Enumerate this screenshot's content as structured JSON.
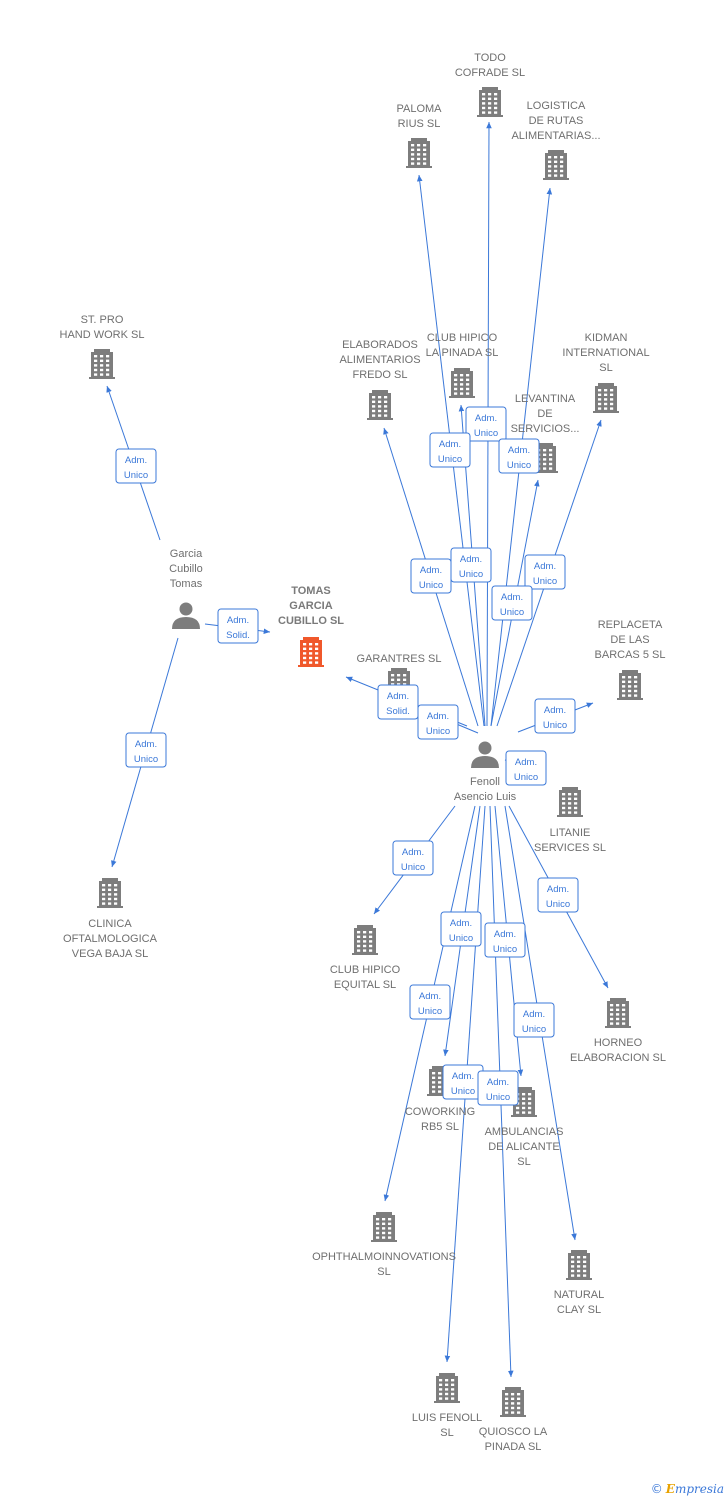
{
  "colors": {
    "edge": "#3b78d8",
    "company": "#7d7d7d",
    "focus": "#f0582b",
    "person": "#7d7d7d"
  },
  "nodes": [
    {
      "id": "todo",
      "type": "company",
      "label": [
        "TODO",
        "COFRADE  SL"
      ]
    },
    {
      "id": "paloma",
      "type": "company",
      "label": [
        "PALOMA",
        "RIUS  SL"
      ]
    },
    {
      "id": "logistica",
      "type": "company",
      "label": [
        "LOGISTICA",
        "DE RUTAS",
        "ALIMENTARIAS..."
      ]
    },
    {
      "id": "stpro",
      "type": "company",
      "label": [
        "ST.  PRO",
        "HAND WORK SL"
      ]
    },
    {
      "id": "elaborados",
      "type": "company",
      "label": [
        "ELABORADOS",
        "ALIMENTARIOS",
        "FREDO SL"
      ]
    },
    {
      "id": "clubpinada",
      "type": "company",
      "label": [
        "CLUB HIPICO",
        "LA PINADA  SL"
      ]
    },
    {
      "id": "kidman",
      "type": "company",
      "label": [
        "KIDMAN",
        "INTERNATIONAL",
        "SL"
      ]
    },
    {
      "id": "levantina",
      "type": "company",
      "label": [
        "LEVANTINA",
        "DE",
        "SERVICIOS..."
      ]
    },
    {
      "id": "garcia",
      "type": "person",
      "label": [
        "Garcia",
        "Cubillo",
        "Tomas"
      ]
    },
    {
      "id": "tomas",
      "type": "focus",
      "label": [
        "TOMAS",
        "GARCIA",
        "CUBILLO  SL"
      ]
    },
    {
      "id": "garantres",
      "type": "company",
      "label": [
        "GARANTRES  SL"
      ]
    },
    {
      "id": "replaceta",
      "type": "company",
      "label": [
        "REPLACETA",
        "DE LAS",
        "BARCAS 5  SL"
      ]
    },
    {
      "id": "fenoll",
      "type": "person",
      "label": [
        "Fenoll",
        "Asencio Luis"
      ]
    },
    {
      "id": "litanie",
      "type": "company",
      "label": [
        "LITANIE",
        "SERVICES  SL"
      ]
    },
    {
      "id": "clinica",
      "type": "company",
      "label": [
        "CLINICA",
        "OFTALMOLOGICA",
        "VEGA BAJA SL"
      ]
    },
    {
      "id": "clubequital",
      "type": "company",
      "label": [
        "CLUB HIPICO",
        "EQUITAL SL"
      ]
    },
    {
      "id": "horneo",
      "type": "company",
      "label": [
        "HORNEO",
        "ELABORACION SL"
      ]
    },
    {
      "id": "coworking",
      "type": "company",
      "label": [
        "COWORKING",
        "RB5  SL"
      ]
    },
    {
      "id": "ambulancias",
      "type": "company",
      "label": [
        "AMBULANCIAS",
        "DE ALICANTE",
        "SL"
      ]
    },
    {
      "id": "ophthal",
      "type": "company",
      "label": [
        "OPHTHALMOINNOVATIONS",
        "SL"
      ]
    },
    {
      "id": "natural",
      "type": "company",
      "label": [
        "NATURAL",
        "CLAY  SL"
      ]
    },
    {
      "id": "luisfenoll",
      "type": "company",
      "label": [
        "LUIS FENOLL",
        "SL"
      ]
    },
    {
      "id": "quiosco",
      "type": "company",
      "label": [
        "QUIOSCO LA",
        "PINADA  SL"
      ]
    }
  ],
  "edges": [
    {
      "from": "garcia",
      "to": "stpro",
      "role": [
        "Adm.",
        "Unico"
      ]
    },
    {
      "from": "garcia",
      "to": "tomas",
      "role": [
        "Adm.",
        "Solid."
      ]
    },
    {
      "from": "garcia",
      "to": "clinica",
      "role": [
        "Adm.",
        "Unico"
      ]
    },
    {
      "from": "fenoll",
      "to": "todo",
      "role": [
        "Adm.",
        "Unico"
      ]
    },
    {
      "from": "fenoll",
      "to": "paloma",
      "role": [
        "Adm.",
        "Unico"
      ]
    },
    {
      "from": "fenoll",
      "to": "logistica",
      "role": [
        "Adm.",
        "Unico"
      ]
    },
    {
      "from": "fenoll",
      "to": "elaborados",
      "role": [
        "Adm.",
        "Unico"
      ]
    },
    {
      "from": "fenoll",
      "to": "clubpinada",
      "role": [
        "Adm.",
        "Unico"
      ]
    },
    {
      "from": "fenoll",
      "to": "kidman",
      "role": [
        "Adm.",
        "Unico"
      ]
    },
    {
      "from": "fenoll",
      "to": "levantina",
      "role": [
        "Adm.",
        "Unico"
      ]
    },
    {
      "from": "fenoll",
      "to": "garantres",
      "role": [
        "Adm.",
        "Solid."
      ]
    },
    {
      "from": "fenoll",
      "to": "garantres",
      "role": [
        "Adm.",
        "Unico"
      ]
    },
    {
      "from": "fenoll",
      "to": "replaceta",
      "role": [
        "Adm.",
        "Unico"
      ]
    },
    {
      "from": "fenoll",
      "to": "litanie",
      "role": [
        "Adm.",
        "Unico"
      ]
    },
    {
      "from": "fenoll",
      "to": "clubequital",
      "role": [
        "Adm.",
        "Unico"
      ]
    },
    {
      "from": "fenoll",
      "to": "horneo",
      "role": [
        "Adm.",
        "Unico"
      ]
    },
    {
      "from": "fenoll",
      "to": "coworking",
      "role": [
        "Adm.",
        "Unico"
      ]
    },
    {
      "from": "fenoll",
      "to": "ambulancias",
      "role": [
        "Adm.",
        "Unico"
      ]
    },
    {
      "from": "fenoll",
      "to": "ophthal",
      "role": [
        "Adm.",
        "Unico"
      ]
    },
    {
      "from": "fenoll",
      "to": "natural",
      "role": [
        "Adm.",
        "Unico"
      ]
    },
    {
      "from": "fenoll",
      "to": "luisfenoll",
      "role": [
        "Adm.",
        "Unico"
      ]
    },
    {
      "from": "fenoll",
      "to": "quiosco",
      "role": [
        "Adm.",
        "Unico"
      ]
    }
  ],
  "footer": {
    "copyright": "©",
    "brand_initial": "E",
    "brand_rest": "mpresia"
  }
}
